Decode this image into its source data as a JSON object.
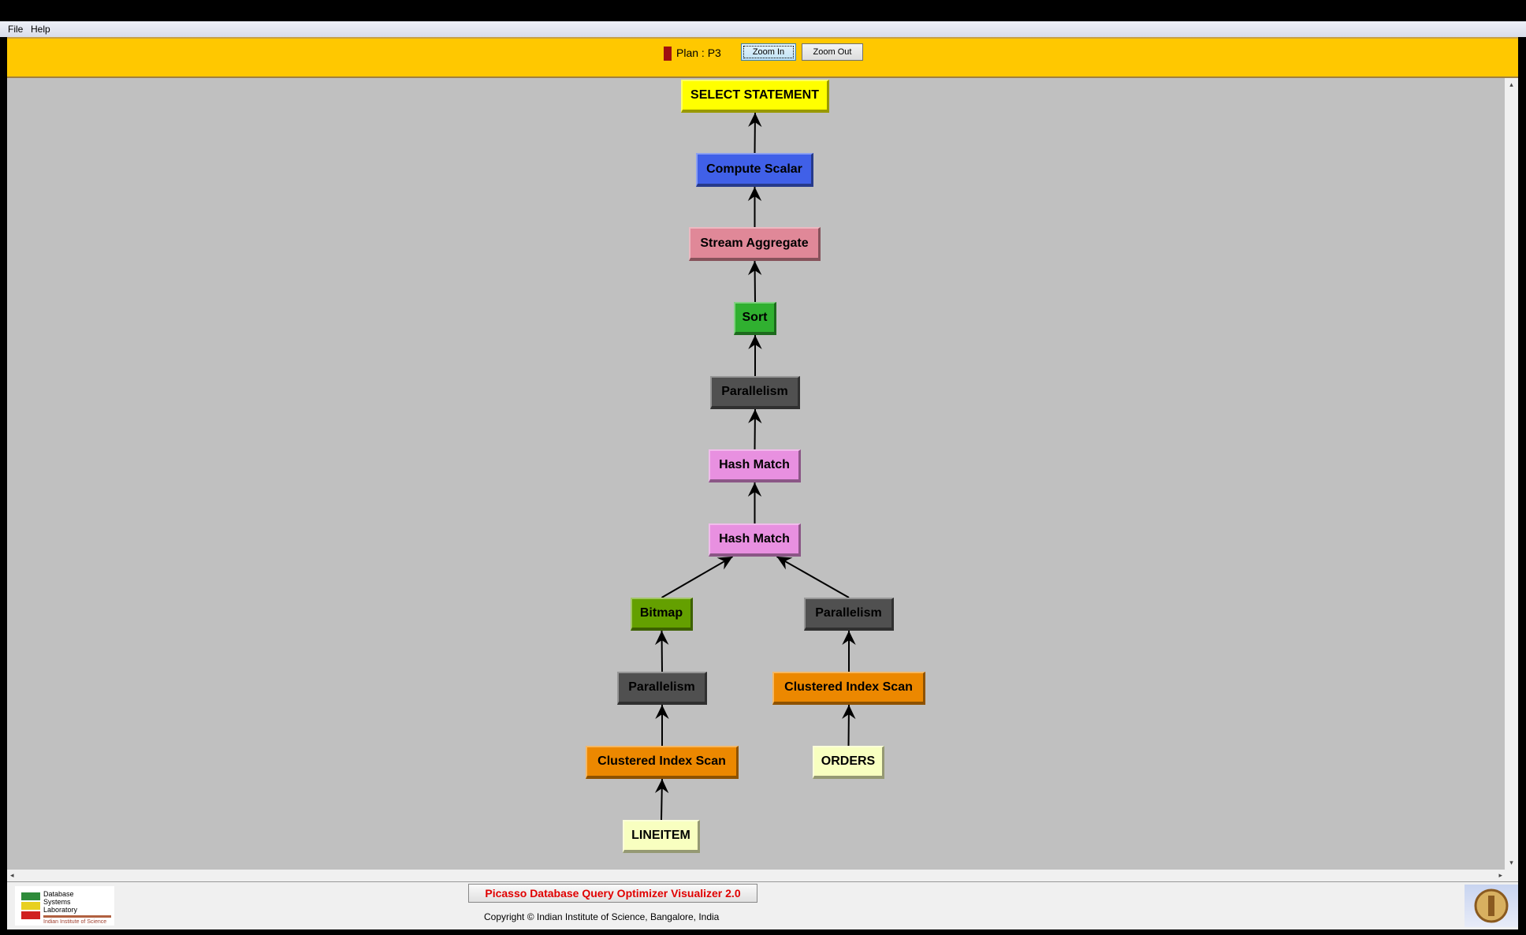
{
  "menu": {
    "file": "File",
    "help": "Help"
  },
  "toolbar": {
    "plan_label": "Plan : P3",
    "plan_color": "#a01010",
    "zoom_in": "Zoom In",
    "zoom_out": "Zoom Out"
  },
  "plan_tree": {
    "nodes": [
      {
        "id": "select",
        "label": "SELECT STATEMENT",
        "color": "#ffff00"
      },
      {
        "id": "compute",
        "label": "Compute Scalar",
        "color": "#4060e8"
      },
      {
        "id": "stream",
        "label": "Stream Aggregate",
        "color": "#e08898"
      },
      {
        "id": "sort",
        "label": "Sort",
        "color": "#30b030"
      },
      {
        "id": "par1",
        "label": "Parallelism",
        "color": "#505050"
      },
      {
        "id": "hash1",
        "label": "Hash Match",
        "color": "#e890e0"
      },
      {
        "id": "hash2",
        "label": "Hash Match",
        "color": "#e890e0"
      },
      {
        "id": "bitmap",
        "label": "Bitmap",
        "color": "#64a000"
      },
      {
        "id": "par2",
        "label": "Parallelism",
        "color": "#505050"
      },
      {
        "id": "par3",
        "label": "Parallelism",
        "color": "#505050"
      },
      {
        "id": "cis1",
        "label": "Clustered Index Scan",
        "color": "#ec8800"
      },
      {
        "id": "cis2",
        "label": "Clustered Index Scan",
        "color": "#ec8800"
      },
      {
        "id": "orders",
        "label": "ORDERS",
        "color": "#f8ffc0"
      },
      {
        "id": "lineitem",
        "label": "LINEITEM",
        "color": "#f8ffc0"
      }
    ],
    "edges": [
      [
        "compute",
        "select"
      ],
      [
        "stream",
        "compute"
      ],
      [
        "sort",
        "stream"
      ],
      [
        "par1",
        "sort"
      ],
      [
        "hash1",
        "par1"
      ],
      [
        "hash2",
        "hash1"
      ],
      [
        "bitmap",
        "hash2"
      ],
      [
        "par2",
        "hash2"
      ],
      [
        "par3",
        "bitmap"
      ],
      [
        "cis1",
        "par2"
      ],
      [
        "cis2",
        "par3"
      ],
      [
        "orders",
        "cis1"
      ],
      [
        "lineitem",
        "cis2"
      ]
    ]
  },
  "footer": {
    "logo_text": "Database Systems Laboratory",
    "logo_subtext": "Indian Institute of Science",
    "title": "Picasso Database Query Optimizer Visualizer 2.0",
    "copyright": "Copyright © Indian Institute of Science, Bangalore, India"
  }
}
